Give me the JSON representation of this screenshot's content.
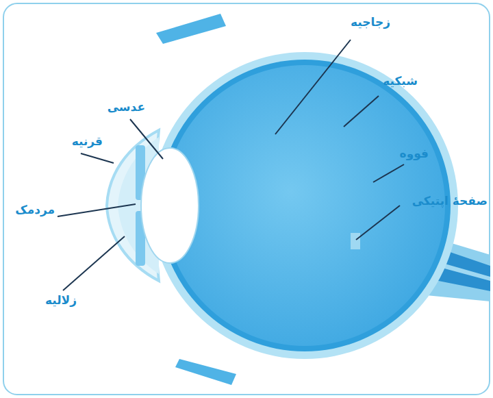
{
  "diagram": {
    "labels": [
      "زجاجیه",
      "شبکیه",
      "فووه",
      "صفحهٔ اپتیکی",
      "عدسی",
      "قرنیه",
      "مردمک",
      "زلالیه"
    ]
  }
}
